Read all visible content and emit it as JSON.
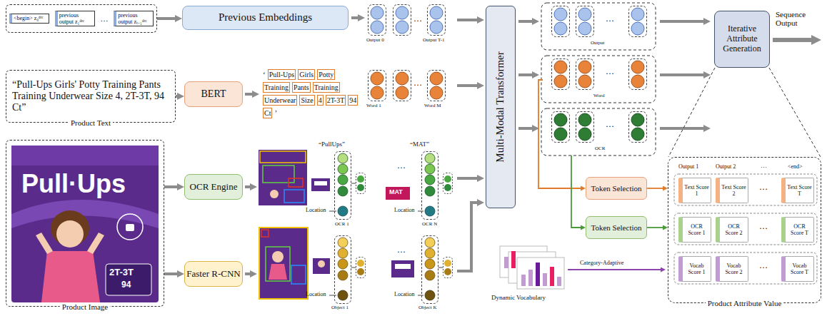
{
  "diagram": {
    "nodes": [
      {
        "text": [
          "<begin> z₀ᵈᵉᶜ",
          "previous output z₁ᵈᵉᶜ",
          "…",
          "previous output zₜ₋₁ᵈᵉᶜ"
        ]
      },
      {
        "text": [
          "Previous Embeddings"
        ]
      },
      {
        "text": [
          "“Pull-Ups Girls' Potty Training Pants Training Underwear Size 4, 2T-3T, 94 Ct”",
          "Product Text"
        ]
      },
      {
        "text": [
          "BERT"
        ]
      },
      {
        "text": [
          "Product Image"
        ]
      },
      {
        "text": [
          "OCR Engine"
        ]
      },
      {
        "text": [
          "Faster R-CNN"
        ]
      },
      {
        "text": [
          "Multi-Modal Transformer"
        ]
      },
      {
        "text": [
          "Iterative Attribute Generation"
        ]
      },
      {
        "text": [
          "Token Selection"
        ]
      },
      {
        "text": [
          "Token Selection"
        ]
      },
      {
        "text": [
          "Product Attribute Value"
        ]
      },
      {
        "text": [
          "Text Score 1"
        ],
        "in": 11
      },
      {
        "text": [
          "Text Score 2"
        ],
        "in": 11
      },
      {
        "text": [
          "Text Score T"
        ],
        "in": 11
      },
      {
        "text": [
          "OCR Score 1"
        ],
        "in": 11
      },
      {
        "text": [
          "OCR Score 2"
        ],
        "in": 11
      },
      {
        "text": [
          "OCR Score T"
        ],
        "in": 11
      },
      {
        "text": [
          "Vocab Score 1"
        ],
        "in": 11
      },
      {
        "text": [
          "Vocab Score 2"
        ],
        "in": 11
      },
      {
        "text": [
          "Vocab Score T"
        ],
        "in": 11
      }
    ],
    "edges": [
      {
        "from": 0,
        "to": 1,
        "arrow": "to"
      },
      {
        "from": 2,
        "to": 3,
        "arrow": "to"
      },
      {
        "from": 4,
        "to": 5,
        "arrow": "to"
      },
      {
        "from": 4,
        "to": 6,
        "arrow": "to"
      },
      {
        "from": 9,
        "to": 11,
        "arrow": "to"
      },
      {
        "from": 10,
        "to": 11,
        "arrow": "to"
      }
    ],
    "labels": [
      "Output 0",
      "…",
      "Output T-1",
      "‘",
      "Pull-Ups",
      "Girls",
      "Potty",
      "Training",
      "Pants",
      "Training",
      "Underwear",
      "Size",
      "4",
      "2T-3T",
      "94",
      "Ct",
      "’",
      "Word 1",
      "…",
      "Word M",
      "“PullUps”",
      "“MAT”",
      "Location",
      "Location",
      "OCR 1",
      "…",
      "OCR N",
      "MAT",
      "Location",
      "Location",
      "Object 1",
      "…",
      "Object K",
      "Pull·Ups",
      "2T-3T",
      "94",
      "…",
      "Output",
      "…",
      "Word",
      "…",
      "OCR",
      "Sequence Output",
      "Output 1",
      "Output 2",
      "…",
      "<end>",
      "…",
      "…",
      "…",
      "Category-Adaptive",
      "Dynamic Vocabulary"
    ]
  }
}
